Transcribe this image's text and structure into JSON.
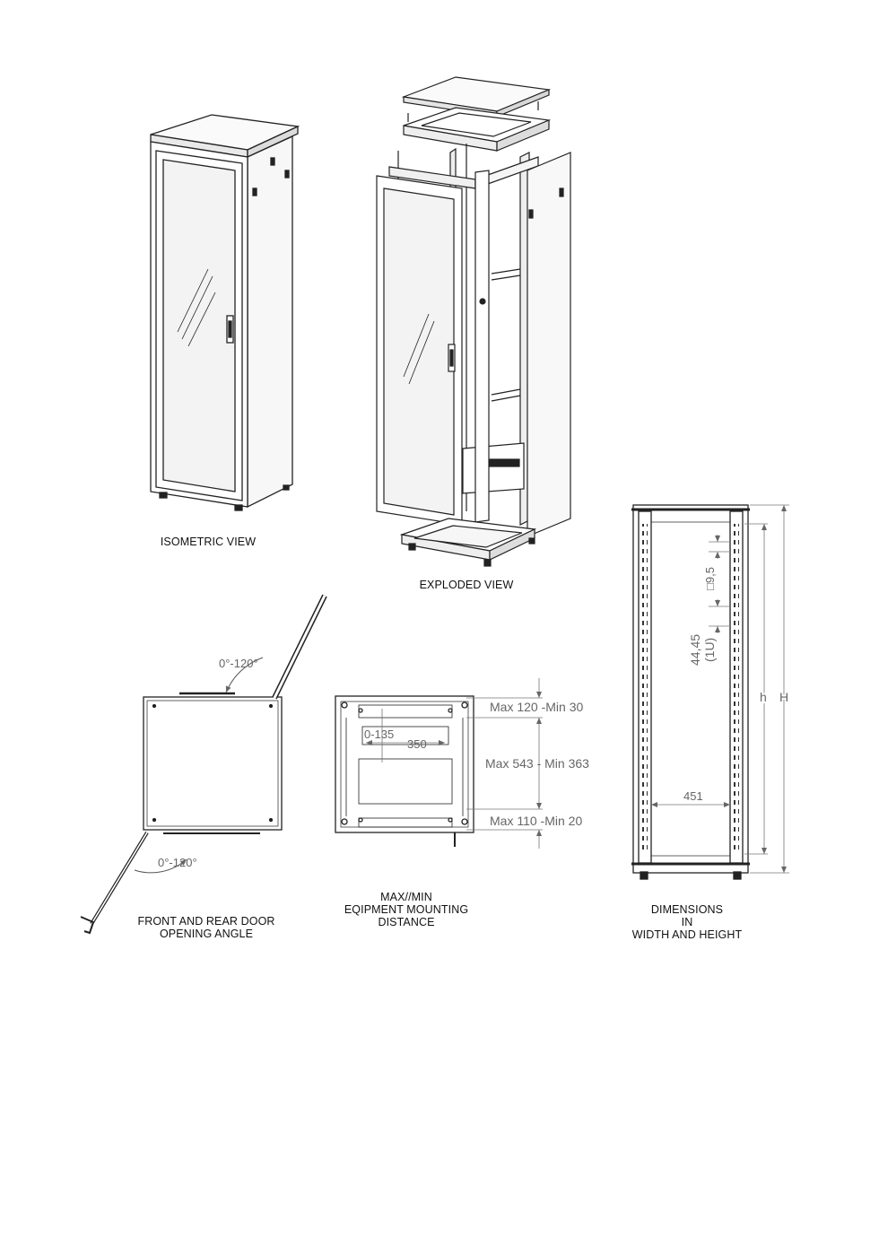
{
  "views": {
    "isometric": {
      "caption": "ISOMETRIC VIEW"
    },
    "exploded": {
      "caption": "EXPLODED VIEW"
    },
    "door_angle": {
      "caption_lines": [
        "FRONT AND REAR DOOR",
        "OPENING ANGLE"
      ],
      "angle_top": "0°-120°",
      "angle_bottom": "0°-120°"
    },
    "mounting": {
      "caption_lines": [
        "MAX//MIN",
        "EQIPMENT MOUNTING",
        "DISTANCE"
      ],
      "dim_top": "Max 120 -Min 30",
      "dim_middle": "Max 543 - Min 363",
      "dim_bottom": "Max 110 -Min 20",
      "dim_offset": "0-135",
      "dim_width": "350"
    },
    "dimensions": {
      "caption_lines": [
        "DIMENSIONS",
        "IN",
        "WIDTH AND HEIGHT"
      ],
      "dim_hole": "□9,5",
      "dim_unit_value": "44,45",
      "dim_unit_label": "(1U)",
      "dim_width": "451",
      "label_inner_height": "h",
      "label_outer_height": "H"
    }
  },
  "colors": {
    "line": "#222222",
    "dim_text": "#666666",
    "glass": "#f3f3f3"
  }
}
